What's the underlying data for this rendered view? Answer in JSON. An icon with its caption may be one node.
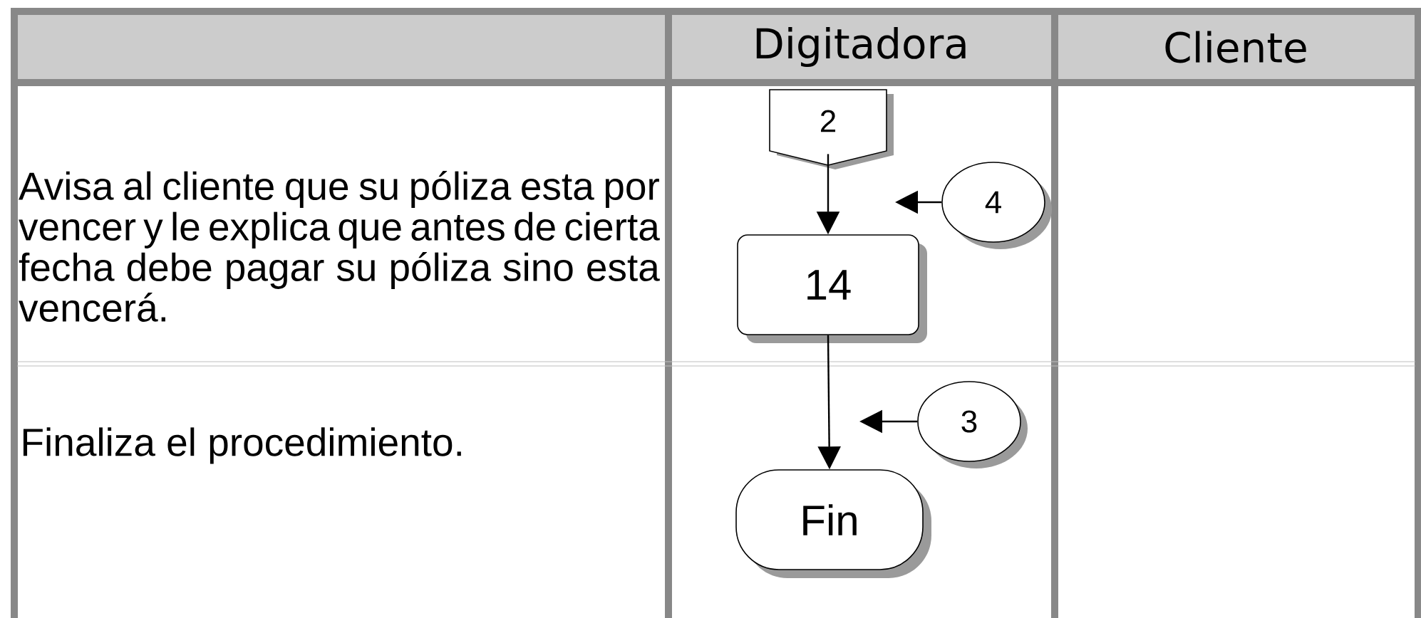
{
  "diagram": {
    "nodes": [
      {
        "text": [
          "2"
        ]
      },
      {
        "text": [
          "4"
        ]
      },
      {
        "text": [
          "14"
        ]
      },
      {
        "text": [
          "3"
        ]
      },
      {
        "text": [
          "Fin"
        ]
      }
    ],
    "edges": [
      {
        "from": 0,
        "to": 2,
        "arrow": "to"
      },
      {
        "from": 1,
        "to": null,
        "arrow": "to"
      },
      {
        "from": 2,
        "to": 4,
        "arrow": "to"
      },
      {
        "from": 3,
        "to": null,
        "arrow": "to"
      }
    ],
    "labels": [
      "Digitadora",
      "Cliente",
      "Avisa al cliente que su póliza esta por vencer y le explica que antes de cierta fecha debe pagar su póliza sino esta vencerá.",
      "Finaliza el procedimiento."
    ]
  }
}
